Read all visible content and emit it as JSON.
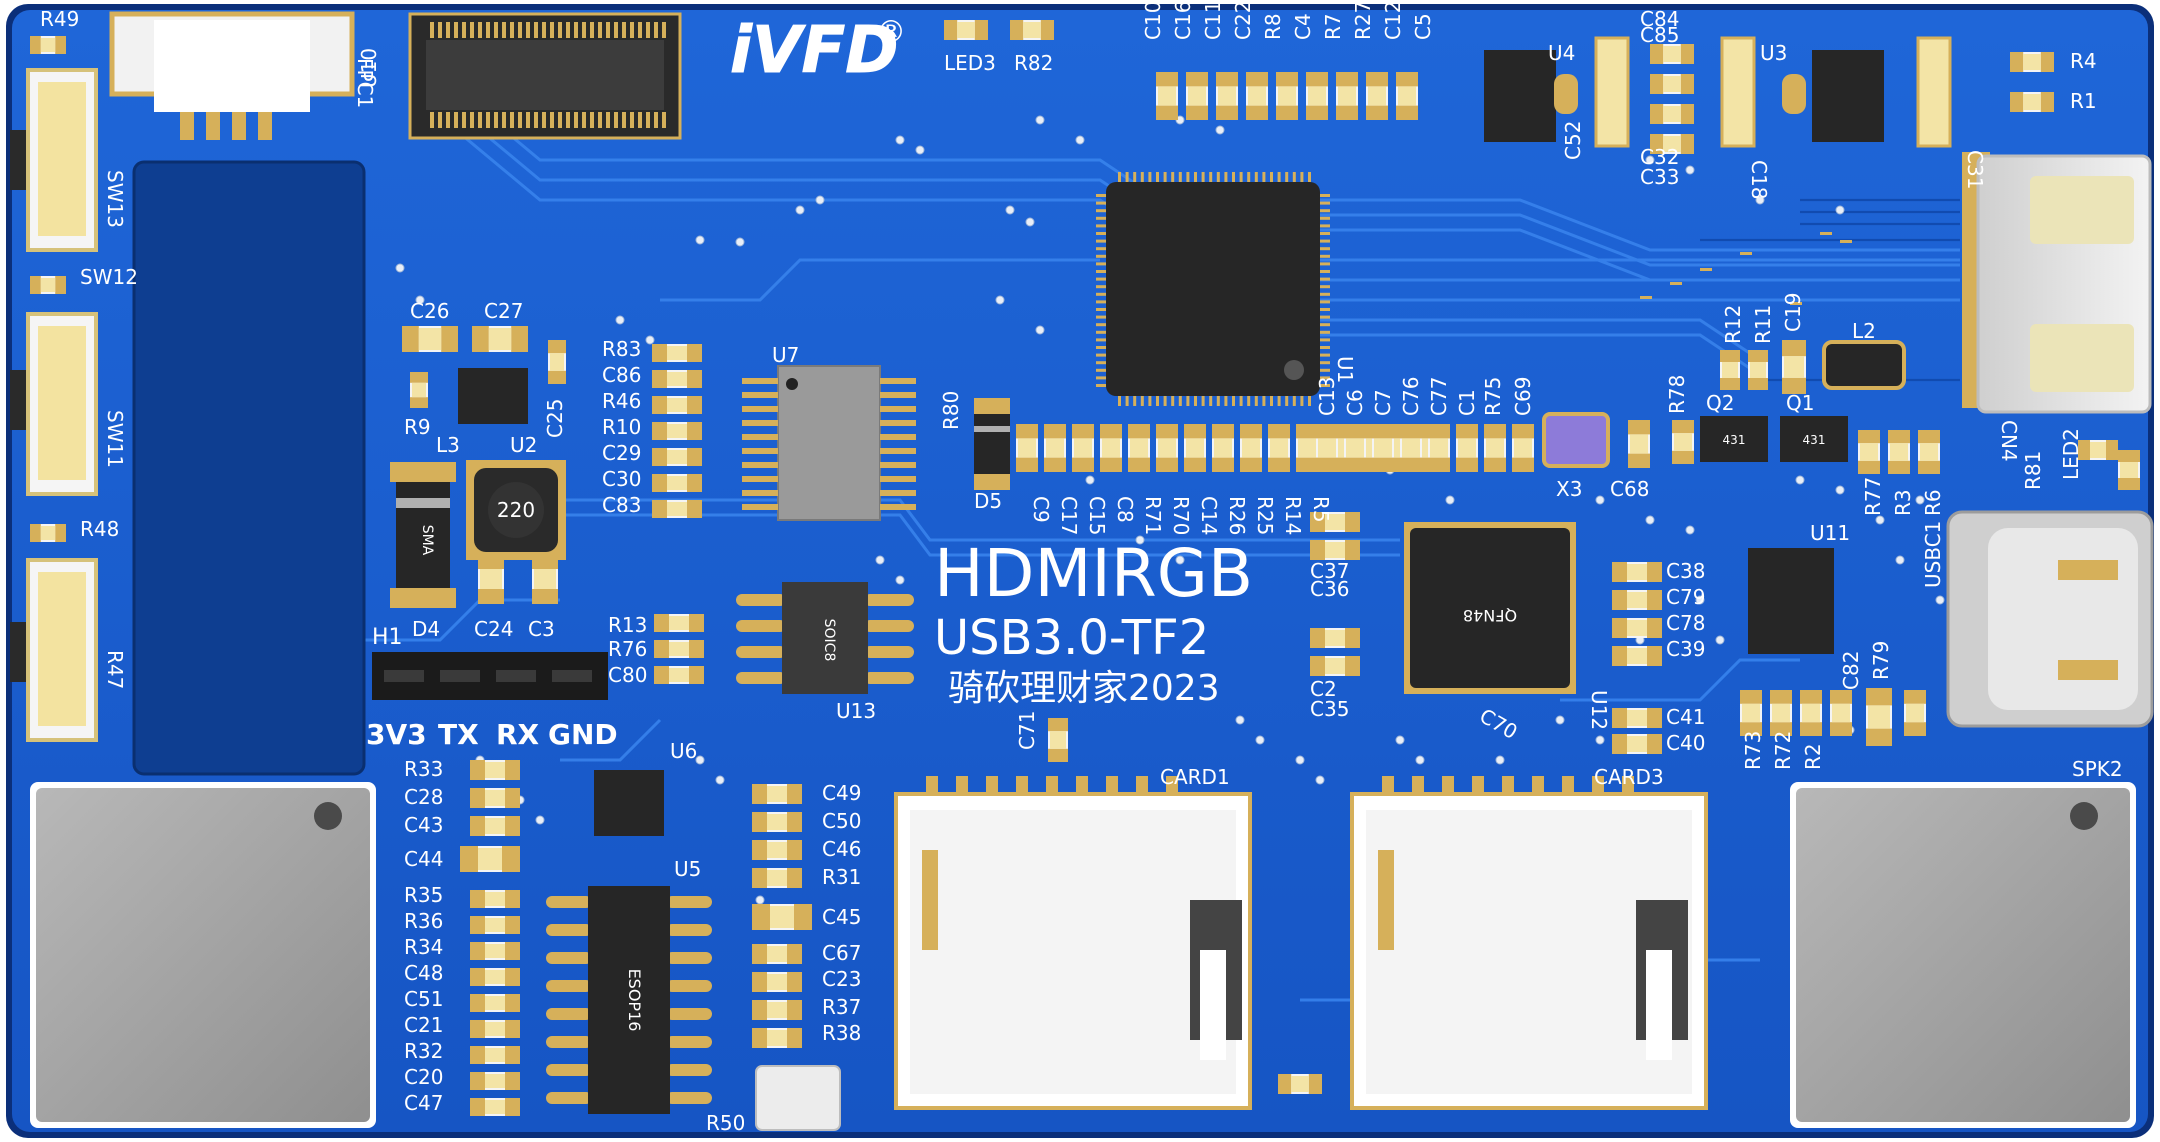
{
  "board": {
    "brand": "iVFD",
    "brand_mark": "®",
    "title": "HDMIRGB",
    "subtitle": "USB3.0-TF2",
    "author_line": "骑砍理财家2023",
    "colors": {
      "pcb": "#1a5fd0",
      "pcb_dark": "#0f46a8",
      "pcb_edge": "#0b2f7a",
      "trace": "#2f78e6",
      "silk": "#ffffff",
      "pad": "#d6b05a",
      "pad_light": "#f3e4a6",
      "ic_black": "#262626",
      "metal": "#a3a3a3",
      "metal_light": "#d0d0d0",
      "connector_cream": "#f3ecc8",
      "display_panel": "#0e3e91"
    }
  },
  "silkscreen": {
    "header_pins": [
      "3V3",
      "TX",
      "RX",
      "GND"
    ],
    "header_ref": "H1",
    "labels": [
      "R49",
      "FPC1",
      "U10",
      "LED3",
      "R82",
      "C10",
      "C16",
      "C11",
      "C22",
      "R8",
      "C4",
      "R7",
      "R27",
      "C12",
      "C5",
      "U4",
      "C52",
      "C84",
      "C85",
      "C32",
      "C33",
      "U3",
      "C18",
      "C31",
      "R4",
      "R1",
      "SW13",
      "SW12",
      "SW11",
      "R48",
      "R47",
      "C26",
      "C27",
      "R9",
      "L3",
      "U2",
      "C25",
      "D4",
      "C24",
      "C3",
      "R83",
      "C86",
      "R46",
      "R10",
      "C29",
      "C30",
      "C83",
      "U7",
      "R80",
      "D5",
      "C9",
      "C17",
      "C15",
      "C8",
      "R71",
      "R70",
      "C14",
      "R26",
      "R25",
      "R14",
      "R5",
      "C13",
      "C6",
      "C7",
      "C76",
      "C77",
      "C1",
      "R75",
      "C69",
      "X3",
      "C68",
      "U1",
      "R12",
      "R11",
      "C19",
      "L2",
      "R78",
      "Q2",
      "Q1",
      "CN4",
      "R81",
      "LED2",
      "R77",
      "R3",
      "R6",
      "U11",
      "USBC1",
      "C37",
      "C36",
      "C2",
      "C35",
      "U12",
      "C38",
      "C79",
      "C78",
      "C39",
      "C41",
      "C40",
      "C70",
      "R13",
      "R76",
      "C80",
      "U13",
      "C71",
      "C82",
      "R79",
      "R73",
      "R72",
      "R2",
      "R33",
      "C28",
      "C43",
      "C44",
      "U6",
      "U5",
      "C49",
      "C50",
      "C46",
      "R31",
      "C45",
      "C67",
      "C23",
      "R37",
      "R38",
      "R35",
      "R36",
      "R34",
      "C48",
      "C51",
      "C21",
      "R32",
      "C20",
      "C47",
      "CARD1",
      "CARD3",
      "SPK2",
      "R50"
    ]
  },
  "chips": {
    "u7": "",
    "u13": "SOIC8",
    "u12": "QFN48",
    "u5": "ESOP16",
    "inductor": "220",
    "d4": "SMA",
    "q": "431"
  }
}
